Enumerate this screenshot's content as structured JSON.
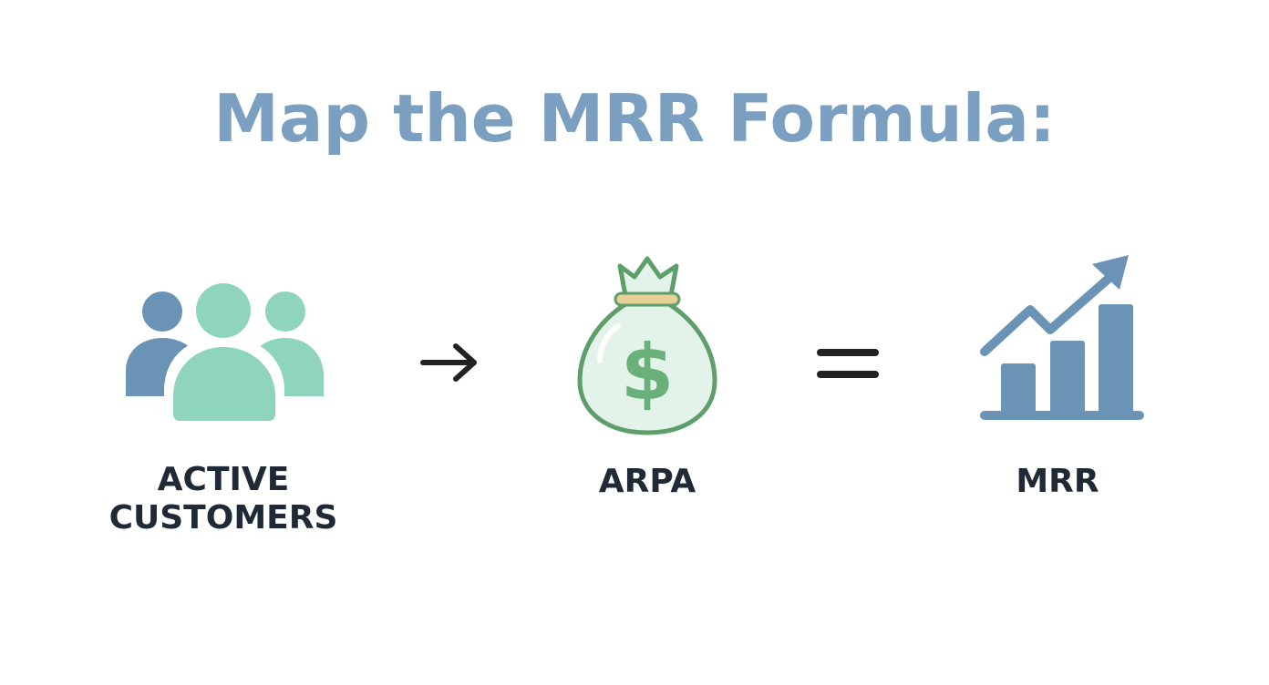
{
  "title": "Map the MRR Formula:",
  "items": [
    {
      "label_lines": [
        "ACTIVE",
        "CUSTOMERS"
      ],
      "icon": "customers-icon"
    },
    {
      "label_lines": [
        "ARPA"
      ],
      "icon": "money-bag-icon"
    },
    {
      "label_lines": [
        "MRR"
      ],
      "icon": "growth-chart-icon"
    }
  ],
  "operators": [
    {
      "icon": "arrow-right-icon"
    },
    {
      "icon": "equals-icon"
    }
  ],
  "colors": {
    "title": "#7b9fc0",
    "steel_blue": "#6b93b6",
    "mint": "#8fd4bd",
    "green": "#5d9e6a",
    "bag_fill": "#e3f3ea",
    "gold": "#e7cf98",
    "label_text": "#1f2a36",
    "operator": "#222222"
  }
}
